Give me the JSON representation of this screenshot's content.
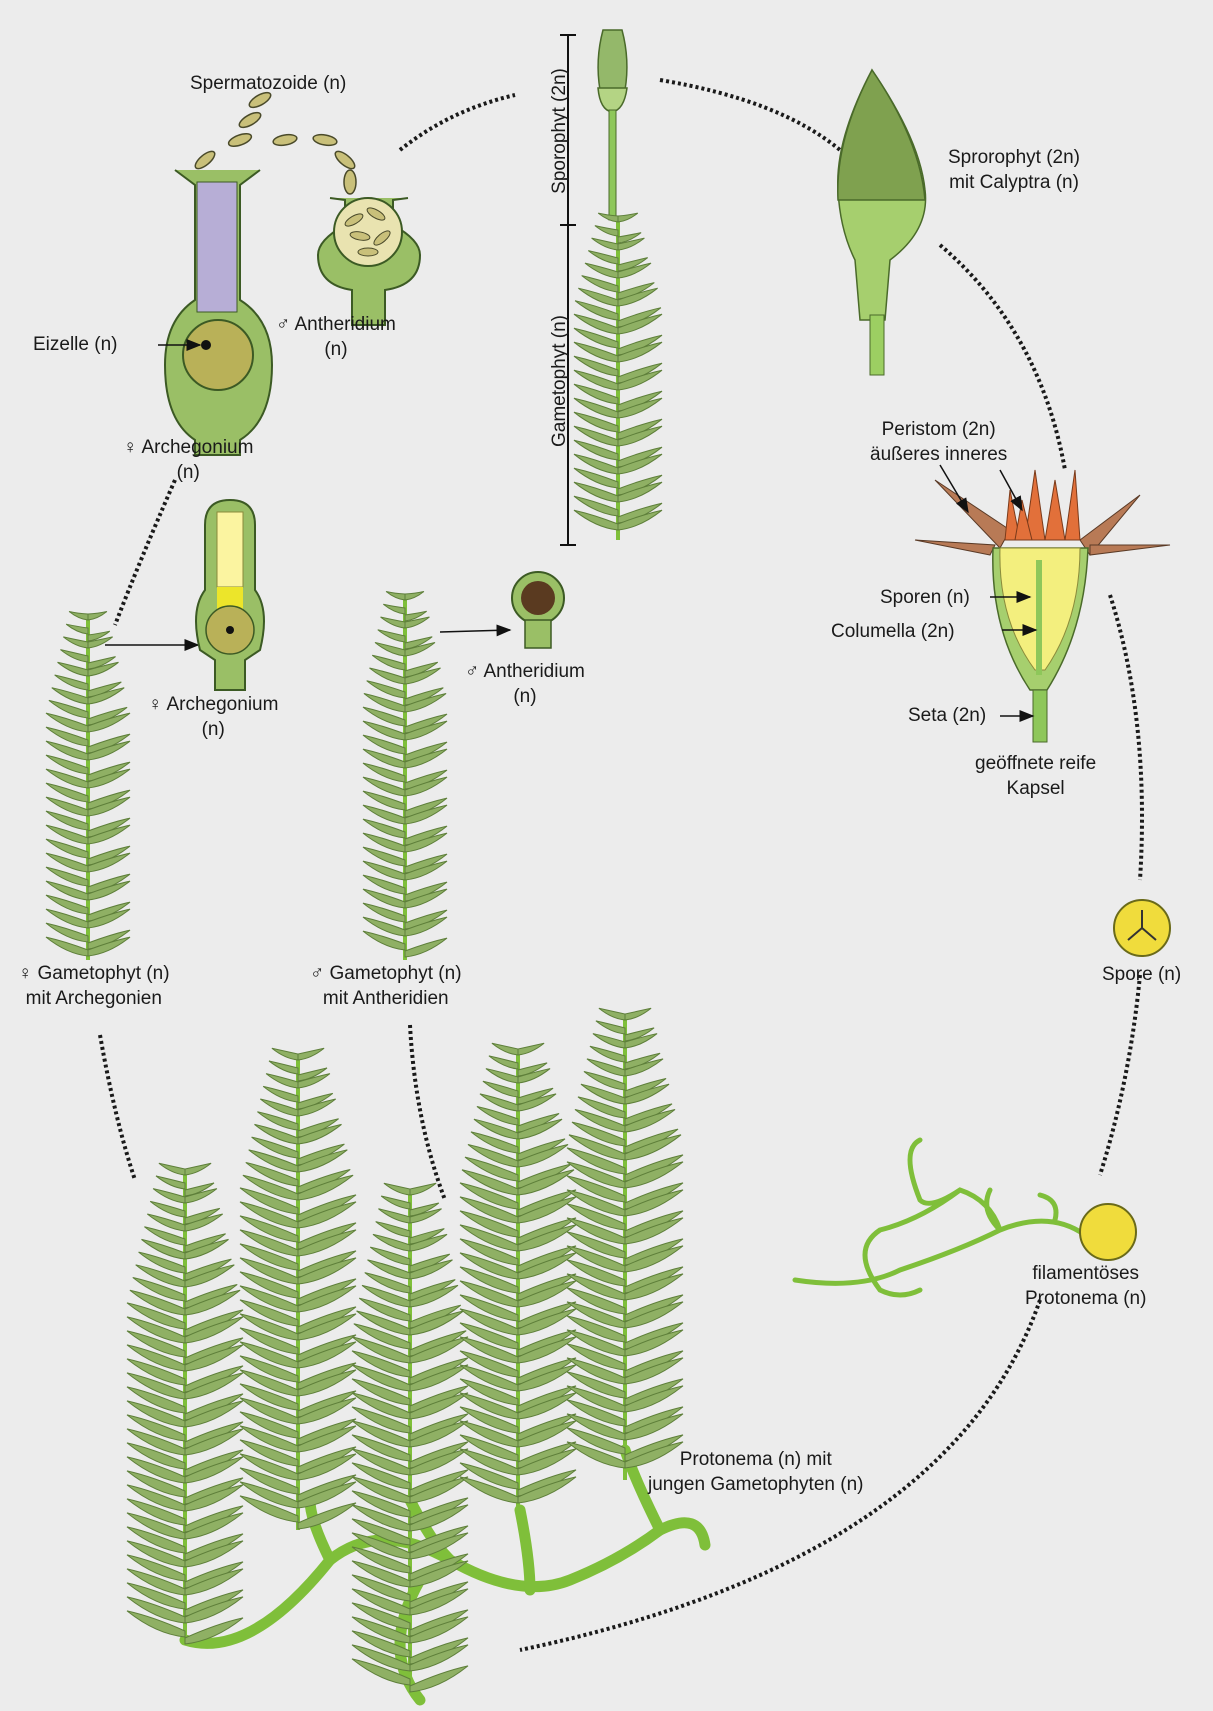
{
  "labels": {
    "spermatozoide": "Spermatozoide (n)",
    "eizelle": "Eizelle (n)",
    "antheridium_top_1": "♂ Antheridium",
    "antheridium_top_2": "(n)",
    "archegonium_top_1": "♀ Archegonium",
    "archegonium_top_2": "(n)",
    "sporophyt_vertical": "Sporophyt (2n)",
    "gametophyt_vertical": "Gametophyt (n)",
    "sporophyt_calyptra_1": "Sprorophyt (2n)",
    "sporophyt_calyptra_2": "mit Calyptra (n)",
    "peristom_1": "Peristom (2n)",
    "peristom_2": "äußeres inneres",
    "sporen": "Sporen (n)",
    "columella": "Columella (2n)",
    "seta": "Seta (2n)",
    "kapsel_1": "geöffnete reife",
    "kapsel_2": "Kapsel",
    "archegonium_mid_1": "♀ Archegonium",
    "archegonium_mid_2": "(n)",
    "antheridium_mid_1": "♂ Antheridium",
    "antheridium_mid_2": "(n)",
    "female_gametophyt_1": "♀ Gametophyt (n)",
    "female_gametophyt_2": "mit Archegonien",
    "male_gametophyt_1": "♂ Gametophyt (n)",
    "male_gametophyt_2": "mit Antheridien",
    "spore": "Spore (n)",
    "filamentoes_1": "filamentöses",
    "filamentoes_2": "Protonema (n)",
    "protonema_1": "Protonema (n) mit",
    "protonema_2": "jungen Gametophyten (n)"
  },
  "colors": {
    "background": "#ececec",
    "leaf": "#8fb064",
    "leaf_dark": "#5e7f3a",
    "stem": "#7fbf3a",
    "capsule": "#a6cf6e",
    "calyptra": "#7fa14f",
    "archegonium_canal": "#b7aed6",
    "egg": "#b9b158",
    "spore_yellow": "#f0dc3c",
    "spores_mass": "#f3ef7e",
    "peristome_outer": "#b87a56",
    "peristome_inner": "#e2703a",
    "dots": "#1a1a1a"
  }
}
